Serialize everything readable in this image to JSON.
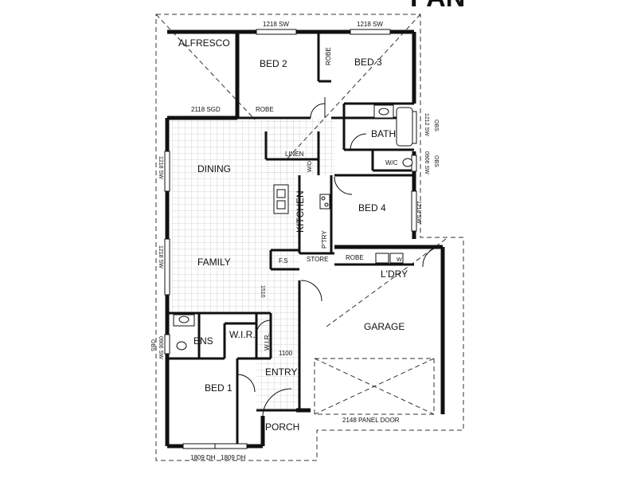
{
  "header": {
    "partial_title": "PAN"
  },
  "rooms": {
    "alfresco": "ALFRESCO",
    "bed2": "BED 2",
    "bed3": "BED 3",
    "bath": "BATH",
    "wc": "W/C",
    "dining": "DINING",
    "kitchen": "KITCHEN",
    "bed4": "BED 4",
    "family": "FAMILY",
    "pantry": "P'TRY",
    "store": "STORE",
    "fs": "F.S",
    "robe": "ROBE",
    "linen": "LINEN",
    "wo": "W/O",
    "laundry": "L'DRY",
    "garage": "GARAGE",
    "ens": "ENS",
    "wir": "W.I.R.",
    "entry": "ENTRY",
    "bed1": "BED 1",
    "porch": "PORCH",
    "w": "W"
  },
  "dimensions": {
    "top_window_1": "1218 SW",
    "top_window_2": "1218 SW",
    "alfresco_door": "2118 SGD",
    "bath_window": "1212 SW",
    "bath_obs": "OBS",
    "wc_window": "0906 SW",
    "wc_obs": "OBS",
    "dining_window": "1218 SW",
    "family_window": "1218 SW",
    "bed4_window": "1218 SW",
    "hall_width": "1510",
    "entry_width": "1100",
    "ens_window": "0906 SW",
    "ens_obs": "OBS",
    "garage_door": "2148 PANEL DOOR",
    "bed1_window_1": "1809 DH",
    "bed1_window_2": "1809 DH"
  },
  "colors": {
    "wall": "#111111",
    "grid": "#c8c8c8",
    "dash": "#333333"
  }
}
